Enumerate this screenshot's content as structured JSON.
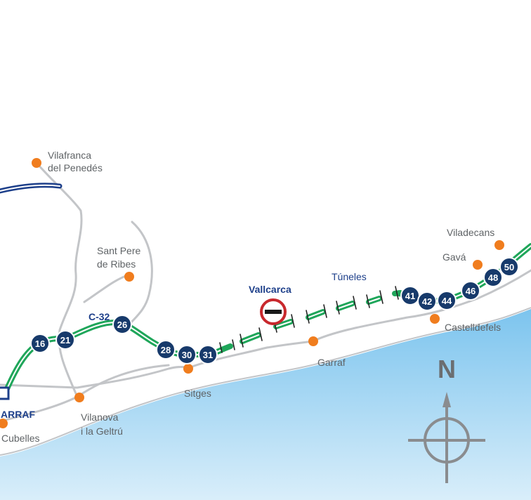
{
  "towns": {
    "vilafranca_1": "Vilafranca",
    "vilafranca_2": "del Penedés",
    "santpere_1": "Sant Pere",
    "santpere_2": "de Ribes",
    "viladecans": "Viladecans",
    "gava": "Gavá",
    "castelldefels": "Castelldefels",
    "garraf": "Garraf",
    "sitges": "Sitges",
    "vilanova_1": "Vilanova",
    "vilanova_2": "i la Geltrú",
    "cubelles": "Cubelles"
  },
  "road_label": "C-32",
  "toll_label": "ARRAF",
  "vallcarca_label": "Vallcarca",
  "tunnels_label": "Túneles",
  "compass_label": "N",
  "exits": [
    "16",
    "21",
    "26",
    "28",
    "30",
    "31",
    "41",
    "42",
    "44",
    "46",
    "48",
    "50"
  ],
  "colors": {
    "sea": "#9ed4f2",
    "road_green": "#1fa65a",
    "exit_blue": "#173a6b",
    "town_orange": "#f07d1e",
    "label_blue": "#1d3f8a",
    "no_entry_red": "#c8282d"
  }
}
